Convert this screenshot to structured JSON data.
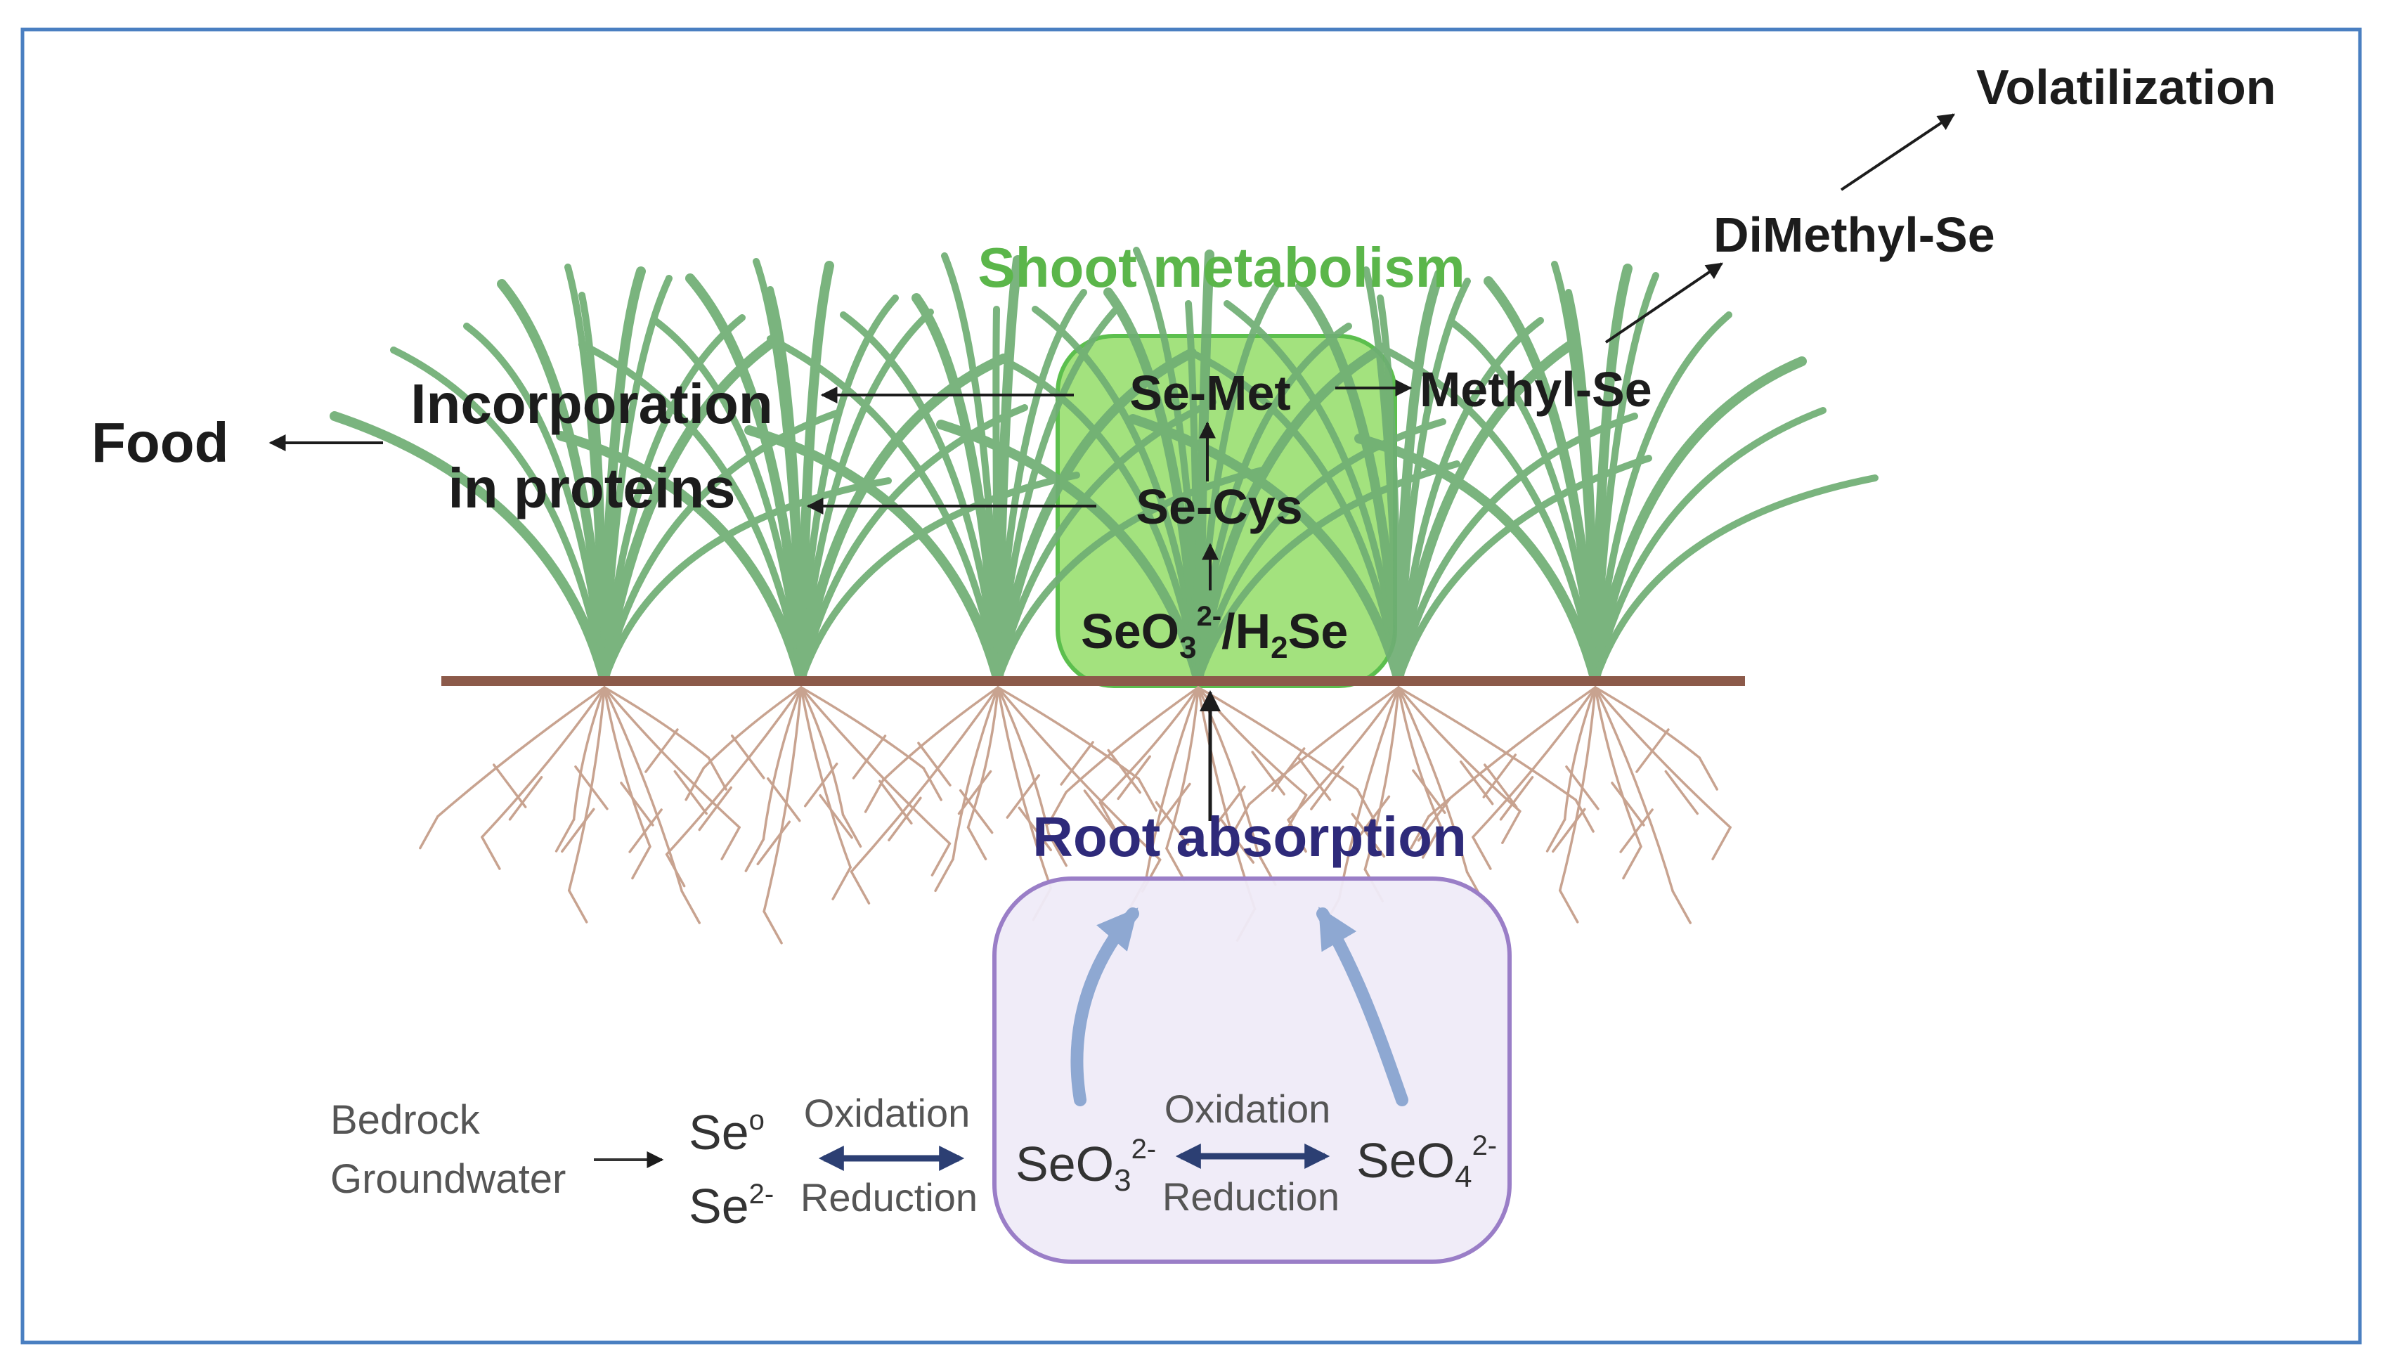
{
  "colors": {
    "frame": "#4a7fc1",
    "shoot_box_fill": "#a3e27e",
    "shoot_box_stroke": "#5cbf4e",
    "shoot_title": "#5bb64a",
    "root_box_fill": "#efebf8",
    "root_box_stroke": "#9a7ec7",
    "root_title": "#2e2a7a",
    "leaf": "#6fae74",
    "soil": "#8c5a4a",
    "roots": "#c8a390",
    "uptake_arrow": "#8ea8d2",
    "redox_arrow": "#2c3f73"
  },
  "icons": [
    "grass-plant-icon",
    "root-system-icon",
    "arrow-icon",
    "double-arrow-icon"
  ],
  "labels": {
    "volatilization": "Volatilization",
    "dimethyl_se": "DiMethyl-Se",
    "shoot_metabolism": "Shoot metabolism",
    "methyl_se": "Methyl-Se",
    "se_met": "Se-Met",
    "se_cys": "Se-Cys",
    "selenite_h2se": {
      "a": "SeO",
      "a_sub": "3",
      "a_sup": "2-",
      "b": "/H",
      "b_sub": "2",
      "c": "Se"
    },
    "food": "Food",
    "incorporation_line1": "Incorporation",
    "incorporation_line2": "in proteins",
    "root_absorption": "Root absorption",
    "bedrock": "Bedrock",
    "groundwater": "Groundwater",
    "se0": {
      "base": "Se",
      "sup": "o"
    },
    "se2": {
      "base": "Se",
      "sup": "2-"
    },
    "oxidation_left": "Oxidation",
    "reduction_left": "Reduction",
    "selenite": {
      "base": "SeO",
      "sub": "3",
      "sup": "2-"
    },
    "oxidation_right": "Oxidation",
    "reduction_right": "Reduction",
    "selenate": {
      "base": "SeO",
      "sub": "4",
      "sup": "2-"
    }
  }
}
